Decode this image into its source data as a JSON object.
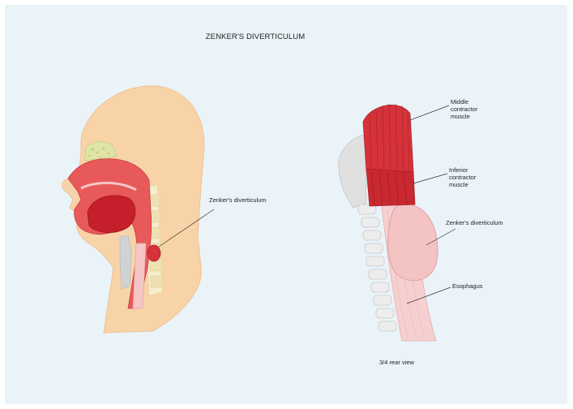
{
  "title": "ZENKER'S DIVERTICULUM",
  "labels": {
    "side_view_pointer": "Zenker's diverticulum",
    "middle_muscle": [
      "Middle",
      "contractor",
      "muscle"
    ],
    "inferior_muscle": [
      "Inferior",
      "contractor",
      "muscle"
    ],
    "rear_view_pointer": "Zenker's diverticulum",
    "esophagus": "Esophagus",
    "rear_view_caption": "3/4 rear view"
  },
  "colors": {
    "background": "#eaf3f8",
    "skin": "#f9d3a8",
    "muscle_red": "#d6323a",
    "pharynx_red": "#e85a5a",
    "mucosa_pink": "#f6c6c6",
    "vertebra_cream": "#f7eecf",
    "bone_gray": "#d9d9d9",
    "sinus_green": "#dfe3a6"
  }
}
